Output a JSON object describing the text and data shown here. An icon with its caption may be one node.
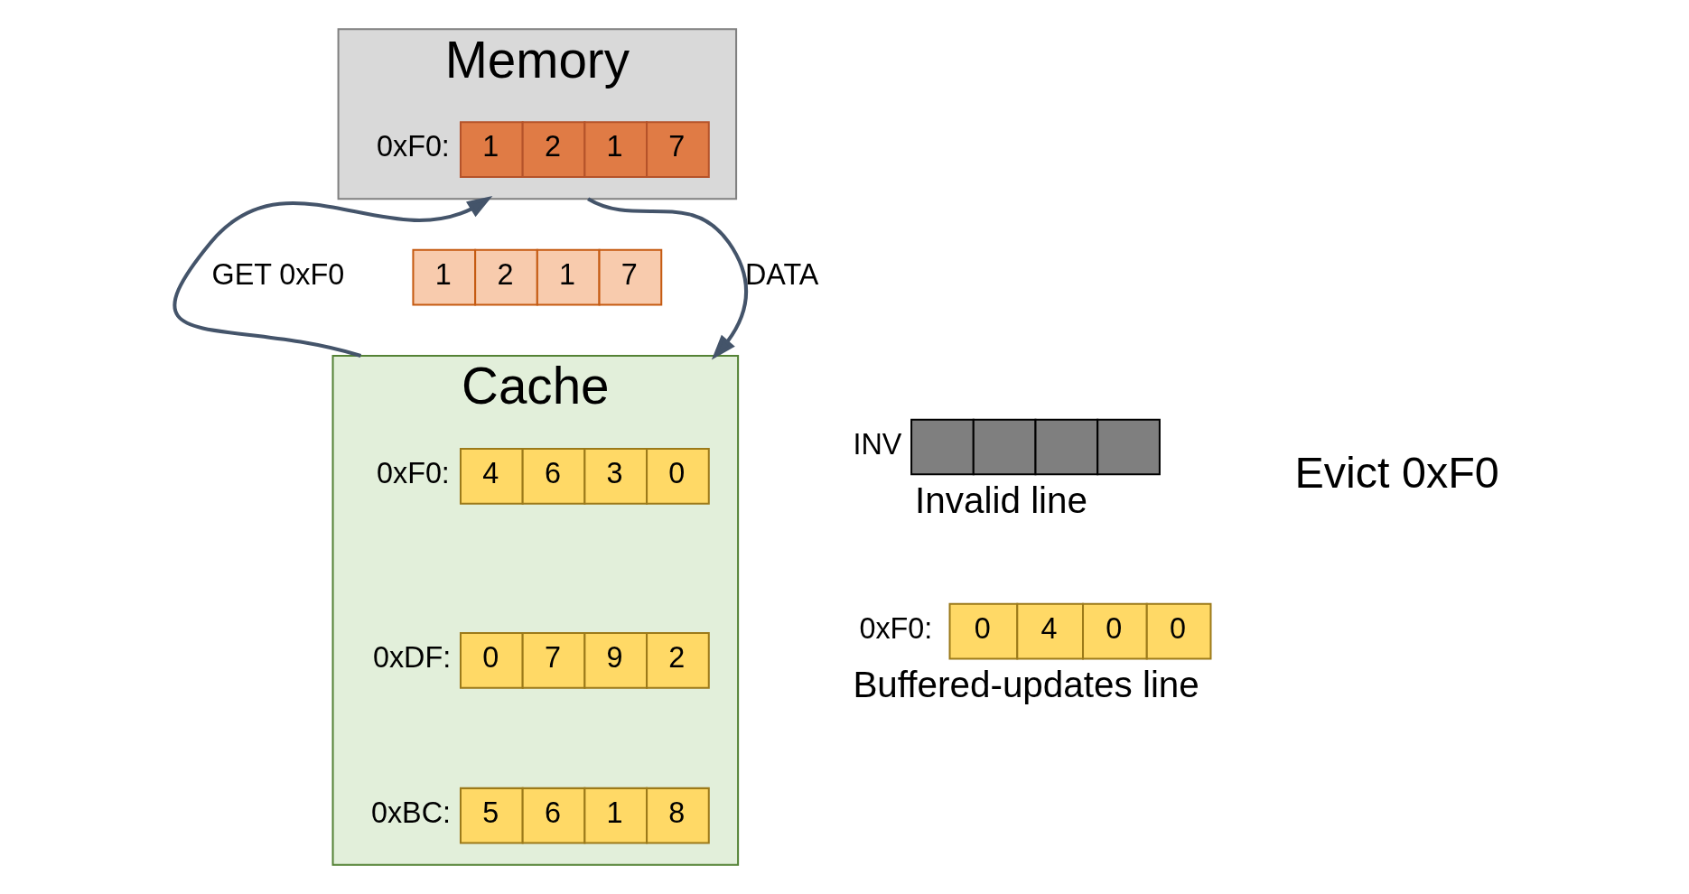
{
  "diagram": {
    "nodes": [
      {
        "text": [
          "Memory"
        ]
      },
      {
        "text": [
          "0xF0:",
          "1",
          "2",
          "1",
          "7"
        ],
        "in": 0
      },
      {
        "text": [
          "Cache"
        ]
      },
      {
        "text": [
          "0xF0:",
          "4",
          "6",
          "3",
          "0"
        ],
        "in": 2
      },
      {
        "text": [
          "0xDF:",
          "0",
          "7",
          "9",
          "2"
        ],
        "in": 2
      },
      {
        "text": [
          "0xBC:",
          "5",
          "6",
          "1",
          "8"
        ],
        "in": 2
      },
      {
        "text": [
          "1",
          "2",
          "1",
          "7"
        ]
      },
      {
        "text": [
          "INV"
        ],
        "beside": [
          "Invalid line"
        ]
      },
      {
        "text": [
          "0xF0:",
          "0",
          "4",
          "0",
          "0"
        ],
        "beside": [
          "Buffered-updates line"
        ]
      }
    ],
    "edges": [
      {
        "from": 2,
        "to": 0,
        "arrow": "to",
        "label": "GET 0xF0"
      },
      {
        "from": 0,
        "to": 2,
        "arrow": "to",
        "label": "DATA"
      }
    ],
    "labels": [
      "Evict 0xF0"
    ]
  }
}
